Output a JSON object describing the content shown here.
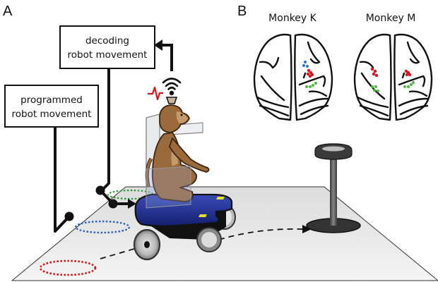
{
  "figure": {
    "panels": [
      {
        "label": "A",
        "boxes": [
          {
            "id": "decoding",
            "lines": [
              "decoding",
              "robot movement"
            ]
          },
          {
            "id": "programmed",
            "lines": [
              "programmed",
              "robot movement"
            ]
          }
        ],
        "icons": [
          "wireless-signal-icon",
          "neural-spike-icon",
          "head-implant-icon",
          "monkey",
          "transparent-chair",
          "wheeled-robot",
          "food-dispenser-post"
        ],
        "floor_targets": [
          {
            "color": "#2e9a3a",
            "name": "green-target"
          },
          {
            "color": "#2e5fbf",
            "name": "blue-target"
          },
          {
            "color": "#d0141c",
            "name": "red-target"
          }
        ]
      },
      {
        "label": "B",
        "brains": [
          {
            "title": "Monkey K",
            "implant_sites": [
              {
                "color": "#2e6fd0",
                "hemisphere": "right",
                "region": "premotor"
              },
              {
                "color": "#e0141c",
                "hemisphere": "right",
                "region": "motor"
              },
              {
                "color": "#4cbb3c",
                "hemisphere": "right",
                "region": "somatosensory"
              }
            ]
          },
          {
            "title": "Monkey M",
            "implant_sites": [
              {
                "color": "#e0141c",
                "hemisphere": "left",
                "region": "motor"
              },
              {
                "color": "#4cbb3c",
                "hemisphere": "left",
                "region": "somatosensory"
              },
              {
                "color": "#e0141c",
                "hemisphere": "right",
                "region": "motor"
              },
              {
                "color": "#4cbb3c",
                "hemisphere": "right",
                "region": "somatosensory"
              }
            ]
          }
        ]
      }
    ],
    "colors": {
      "robot_blue": "#1f2f8f",
      "monkey_brown": "#9a6a3c",
      "spike_red": "#d4141c",
      "floor": "#ececec",
      "post": "#444444",
      "line": "#111111"
    }
  }
}
